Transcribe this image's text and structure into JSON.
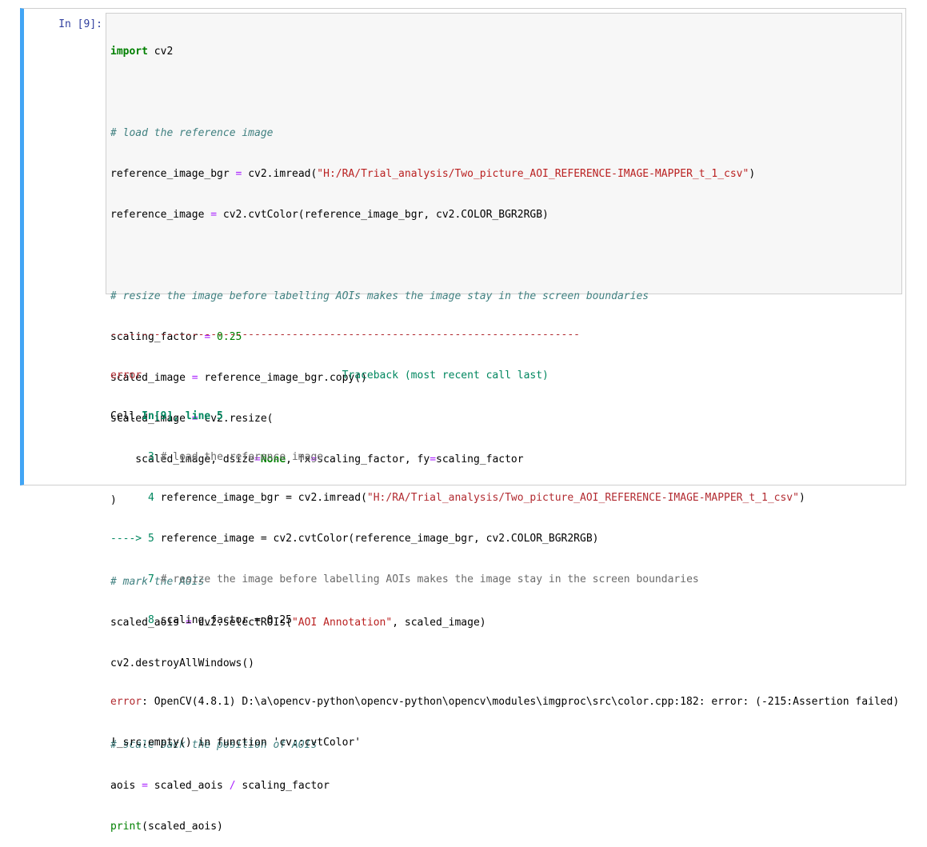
{
  "cell": {
    "prompt": "In [9]:",
    "accent_color": "#42a5f5"
  },
  "code": {
    "l1_kw": "import",
    "l1_rest": " cv2",
    "l3": "# load the reference image",
    "l4_a": "reference_image_bgr ",
    "l4_op": "=",
    "l4_b": " cv2.imread(",
    "l4_str": "\"H:/RA/Trial_analysis/Two_picture_AOI_REFERENCE-IMAGE-MAPPER_t_1_csv\"",
    "l4_c": ")",
    "l5_a": "reference_image ",
    "l5_op": "=",
    "l5_b": " cv2.cvtColor(reference_image_bgr, cv2.COLOR_BGR2RGB)",
    "l7": "# resize the image before labelling AOIs makes the image stay in the screen boundaries",
    "l8_a": "scaling_factor ",
    "l8_op": "=",
    "l8_num": " 0.25",
    "l9_a": "scaled_image ",
    "l9_op": "=",
    "l9_b": " reference_image_bgr.copy()",
    "l10_a": "scaled_image ",
    "l10_op": "=",
    "l10_b": " cv2.resize(",
    "l11_a": "    scaled_image, dsize",
    "l11_op1": "=",
    "l11_none": "None",
    "l11_b": ", fx",
    "l11_op2": "=",
    "l11_c": "scaling_factor, fy",
    "l11_op3": "=",
    "l11_d": "scaling_factor",
    "l12": ")",
    "l14": "# mark the AOIs",
    "l15_a": "scaled_aois ",
    "l15_op": "=",
    "l15_b": " cv2.selectROIs(",
    "l15_str": "\"AOI Annotation\"",
    "l15_c": ", scaled_image)",
    "l16": "cv2.destroyAllWindows()",
    "l18": "# scale back the position of AOIs",
    "l19_a": "aois ",
    "l19_op": "=",
    "l19_b": " scaled_aois ",
    "l19_op2": "/",
    "l19_c": " scaling_factor",
    "l20_fn": "print",
    "l20_b": "(scaled_aois)"
  },
  "output": {
    "dashes": "---------------------------------------------------------------------------",
    "error_name": "error",
    "traceback_label": "Traceback (most recent call last)",
    "cell_prefix": "Cell ",
    "cell_ref": "In[9], line 5",
    "tb3_num": "      3 ",
    "tb3_text": "# load the reference image",
    "tb4_num": "      4 ",
    "tb4_a": "reference_image_bgr = cv2.imread(",
    "tb4_str": "\"H:/RA/Trial_analysis/Two_picture_AOI_REFERENCE-IMAGE-MAPPER_t_1_csv\"",
    "tb4_c": ")",
    "tb5_arrow": "----> 5 ",
    "tb5_text": "reference_image = cv2.cvtColor(reference_image_bgr, cv2.COLOR_BGR2RGB)",
    "tb7_num": "      7 ",
    "tb7_text": "# resize the image before labelling AOIs makes the image stay in the screen boundaries",
    "tb8_num": "      8 ",
    "tb8_text": "scaling_factor = 0.25",
    "err_label": "error",
    "err_msg1": ": OpenCV(4.8.1) D:\\a\\opencv-python\\opencv-python\\opencv\\modules\\imgproc\\src\\color.cpp:182: error: (-215:Assertion failed)",
    "err_msg2": "!_src.empty() in function 'cv::cvtColor'"
  }
}
